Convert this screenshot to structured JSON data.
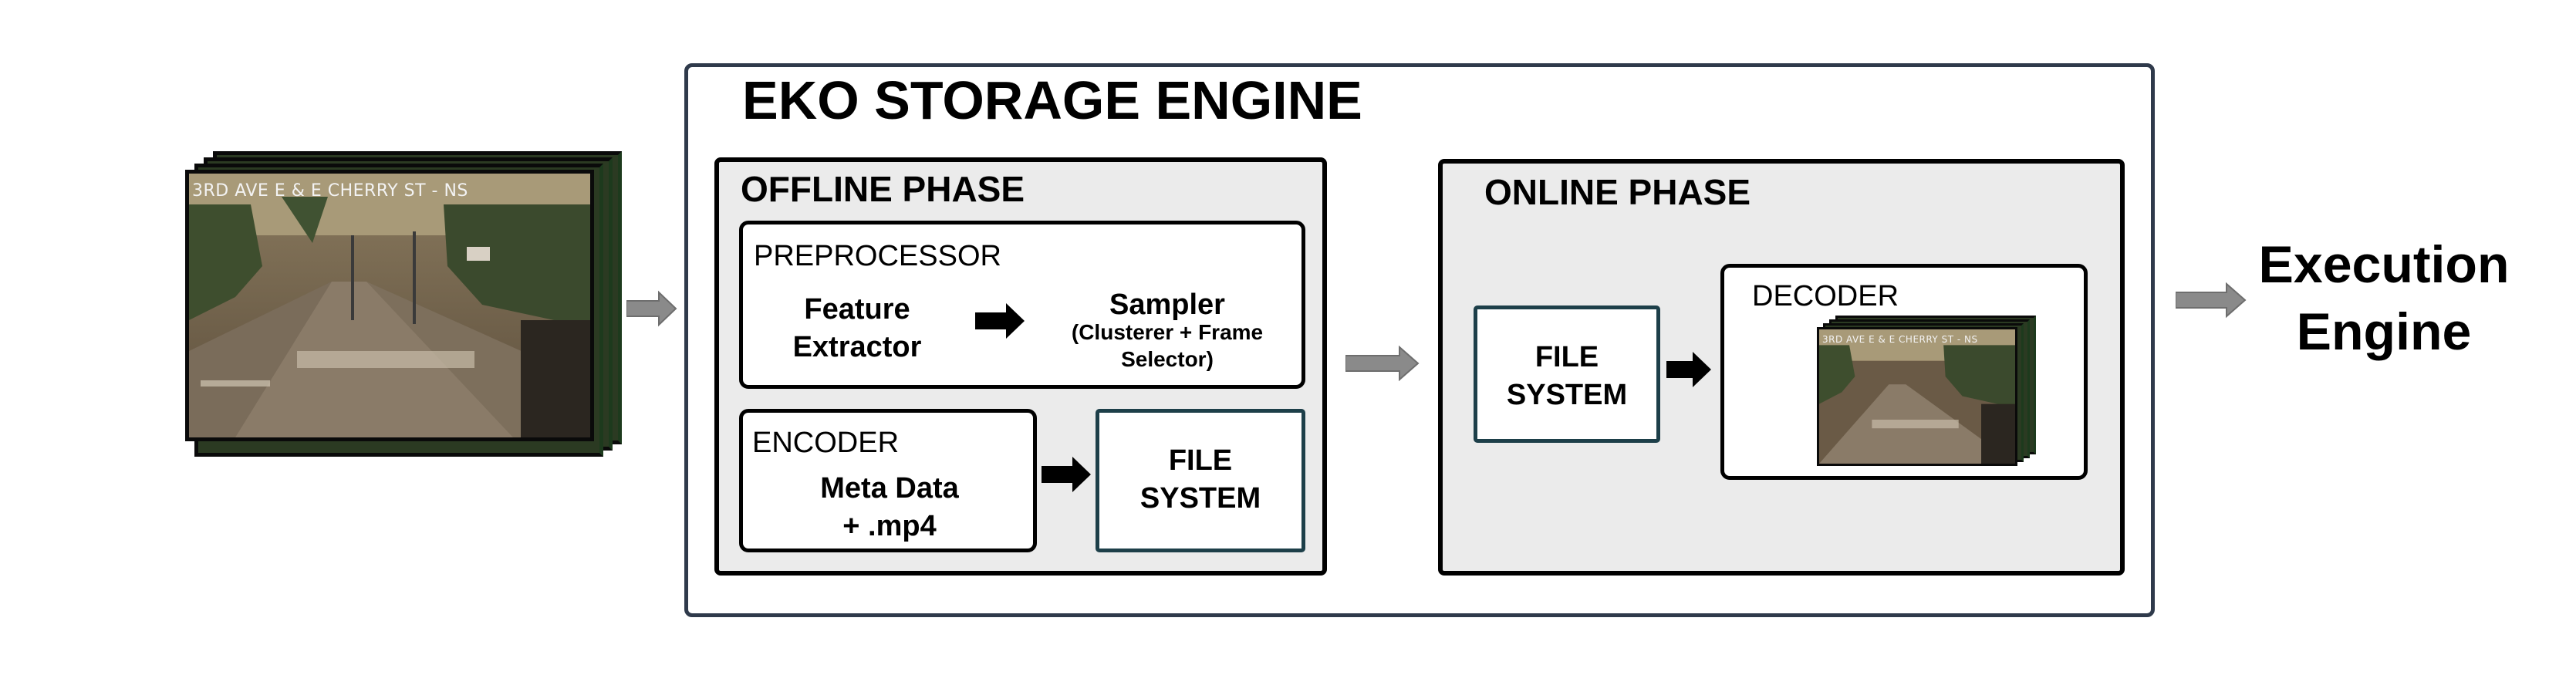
{
  "video_input": {
    "overlay_text": "3RD AVE E & E CHERRY ST - NS"
  },
  "decoded_video": {
    "overlay_text": "3RD AVE E & E CHERRY ST - NS"
  },
  "engine": {
    "title": "EKO STORAGE ENGINE"
  },
  "offline_phase": {
    "title": "OFFLINE PHASE",
    "preprocessor": {
      "title": "PREPROCESSOR",
      "feature_extractor": "Feature\nExtractor",
      "sampler_title": "Sampler",
      "sampler_detail": "(Clusterer + Frame\nSelector)"
    },
    "encoder": {
      "title": "ENCODER",
      "content": "Meta Data\n+ .mp4"
    },
    "file_system": "FILE\nSYSTEM"
  },
  "online_phase": {
    "title": "ONLINE PHASE",
    "file_system": "FILE\nSYSTEM",
    "decoder": {
      "title": "DECODER"
    }
  },
  "execution_engine": "Execution\nEngine",
  "colors": {
    "engine_border": "#2f3a4b",
    "phase_fill": "#ebebeb",
    "file_system_border": "#1d3f49",
    "grey_arrow": "#8a8a8a",
    "black_arrow": "#000000"
  }
}
